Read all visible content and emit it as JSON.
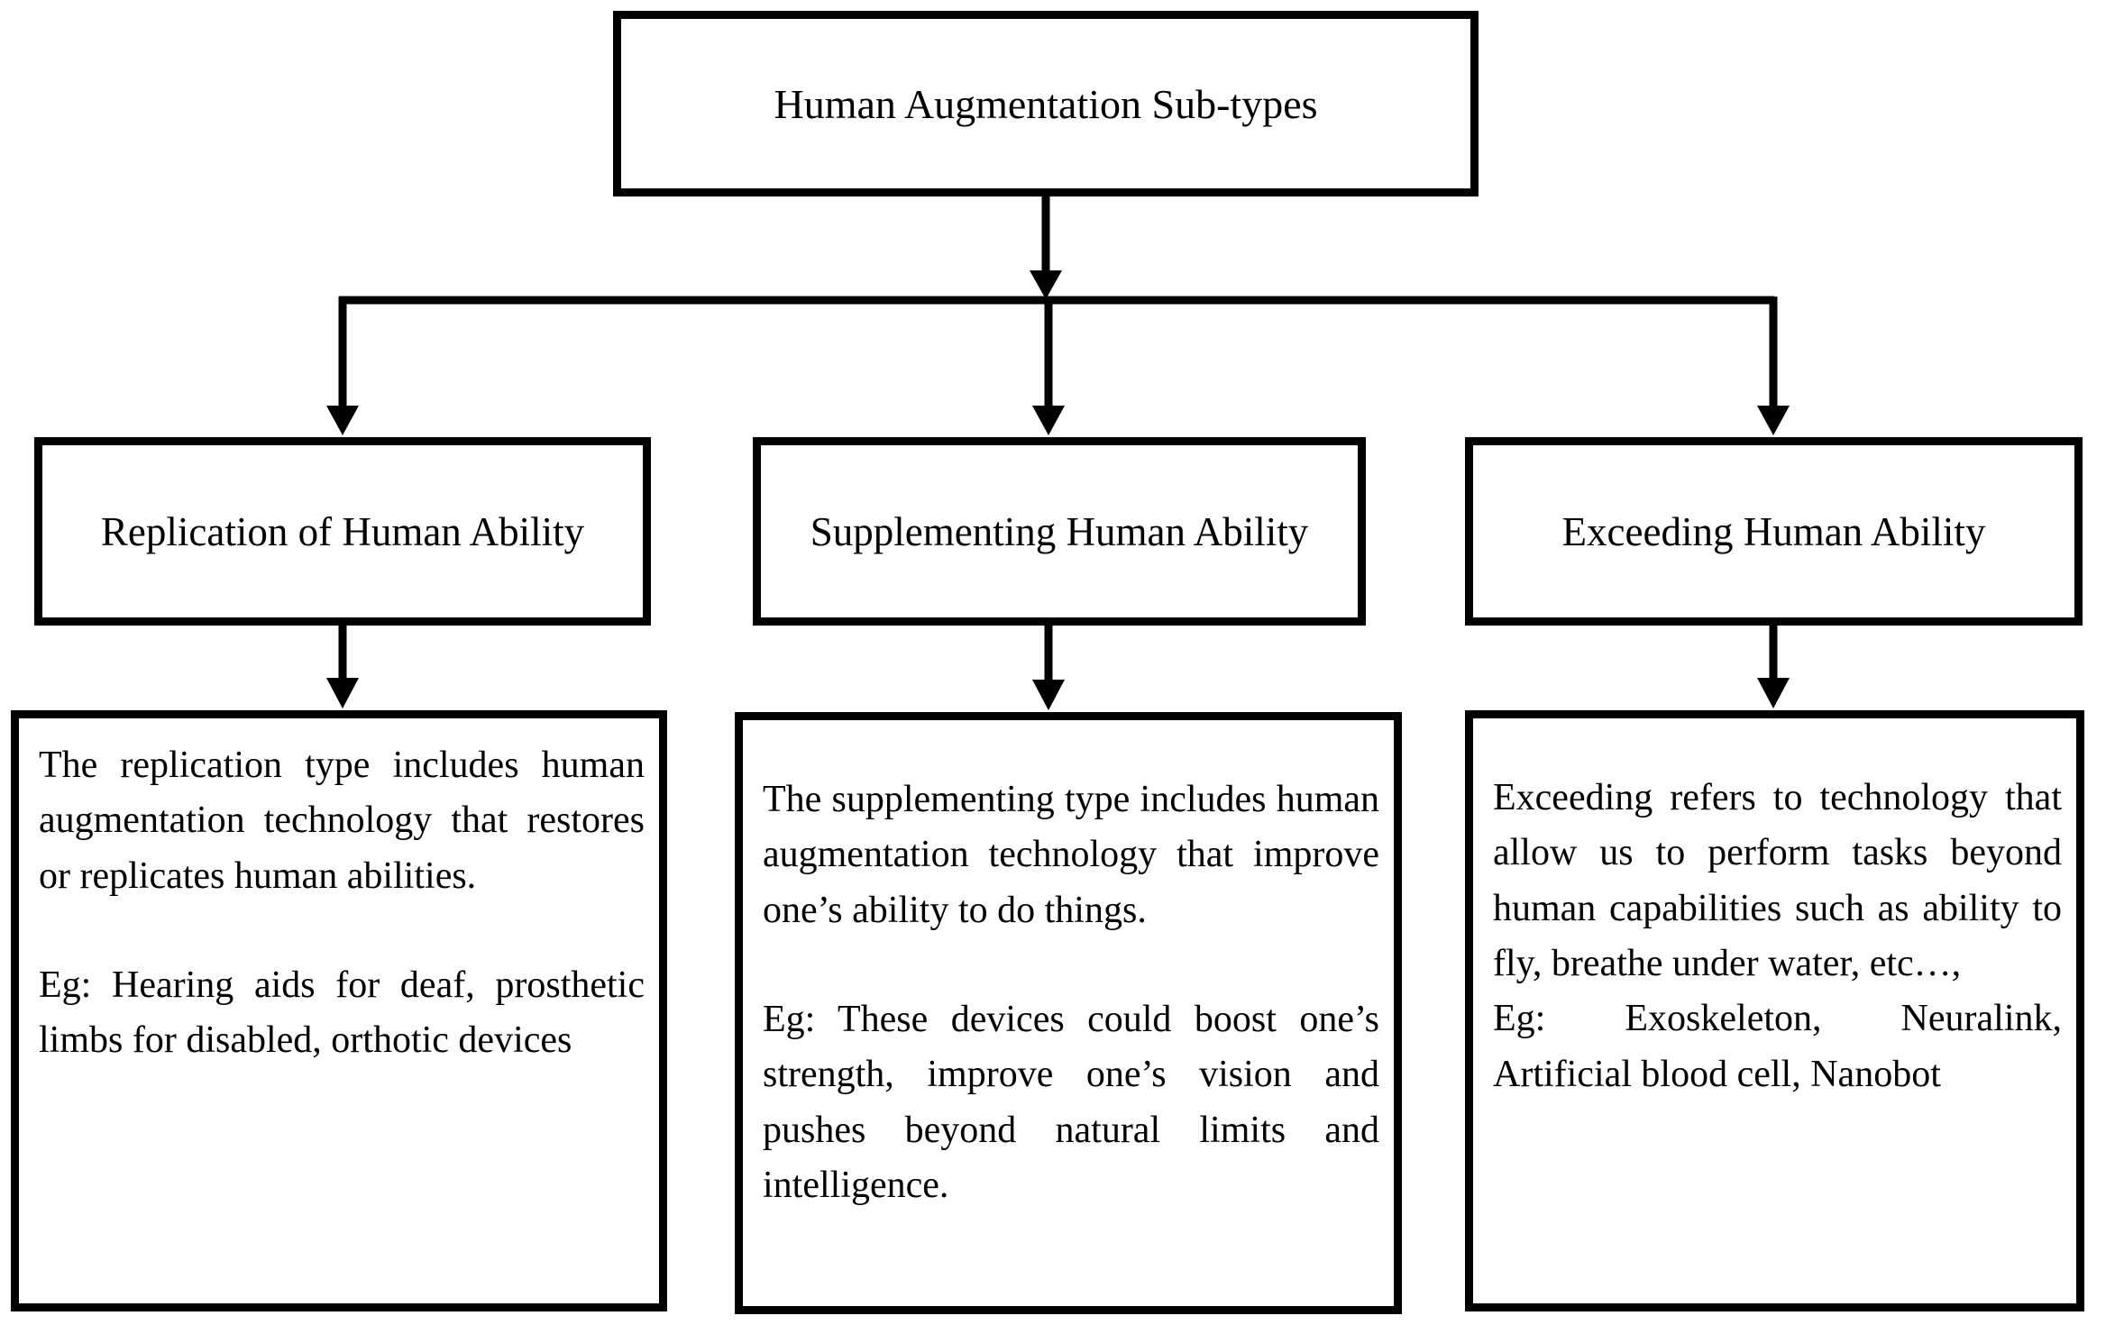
{
  "diagram": {
    "root": {
      "label": "Human Augmentation Sub-types"
    },
    "branches": [
      {
        "title": "Replication of Human Ability",
        "desc_para1": "The replication type includes human augmentation technology that restores or replicates human abilities.",
        "desc_para2": "Eg: Hearing aids for deaf, prosthetic limbs for disabled, orthotic devices"
      },
      {
        "title": "Supplementing Human Ability",
        "desc_para1": "The supplementing type includes human augmentation technology that improve one’s ability to do things.",
        "desc_para2": "Eg: These devices could boost one’s strength, improve one’s vision and pushes beyond natural limits and intelligence."
      },
      {
        "title": "Exceeding Human Ability",
        "desc_para1": "Exceeding refers to technology that allow us to perform tasks beyond human capabilities such as ability to fly, breathe under water, etc…,",
        "desc_para2": "Eg: Exoskeleton, Neuralink, Artificial blood cell, Nanobot"
      }
    ],
    "colors": {
      "line": "#000000",
      "box_border": "#000000",
      "background": "#ffffff",
      "text": "#000000"
    }
  }
}
